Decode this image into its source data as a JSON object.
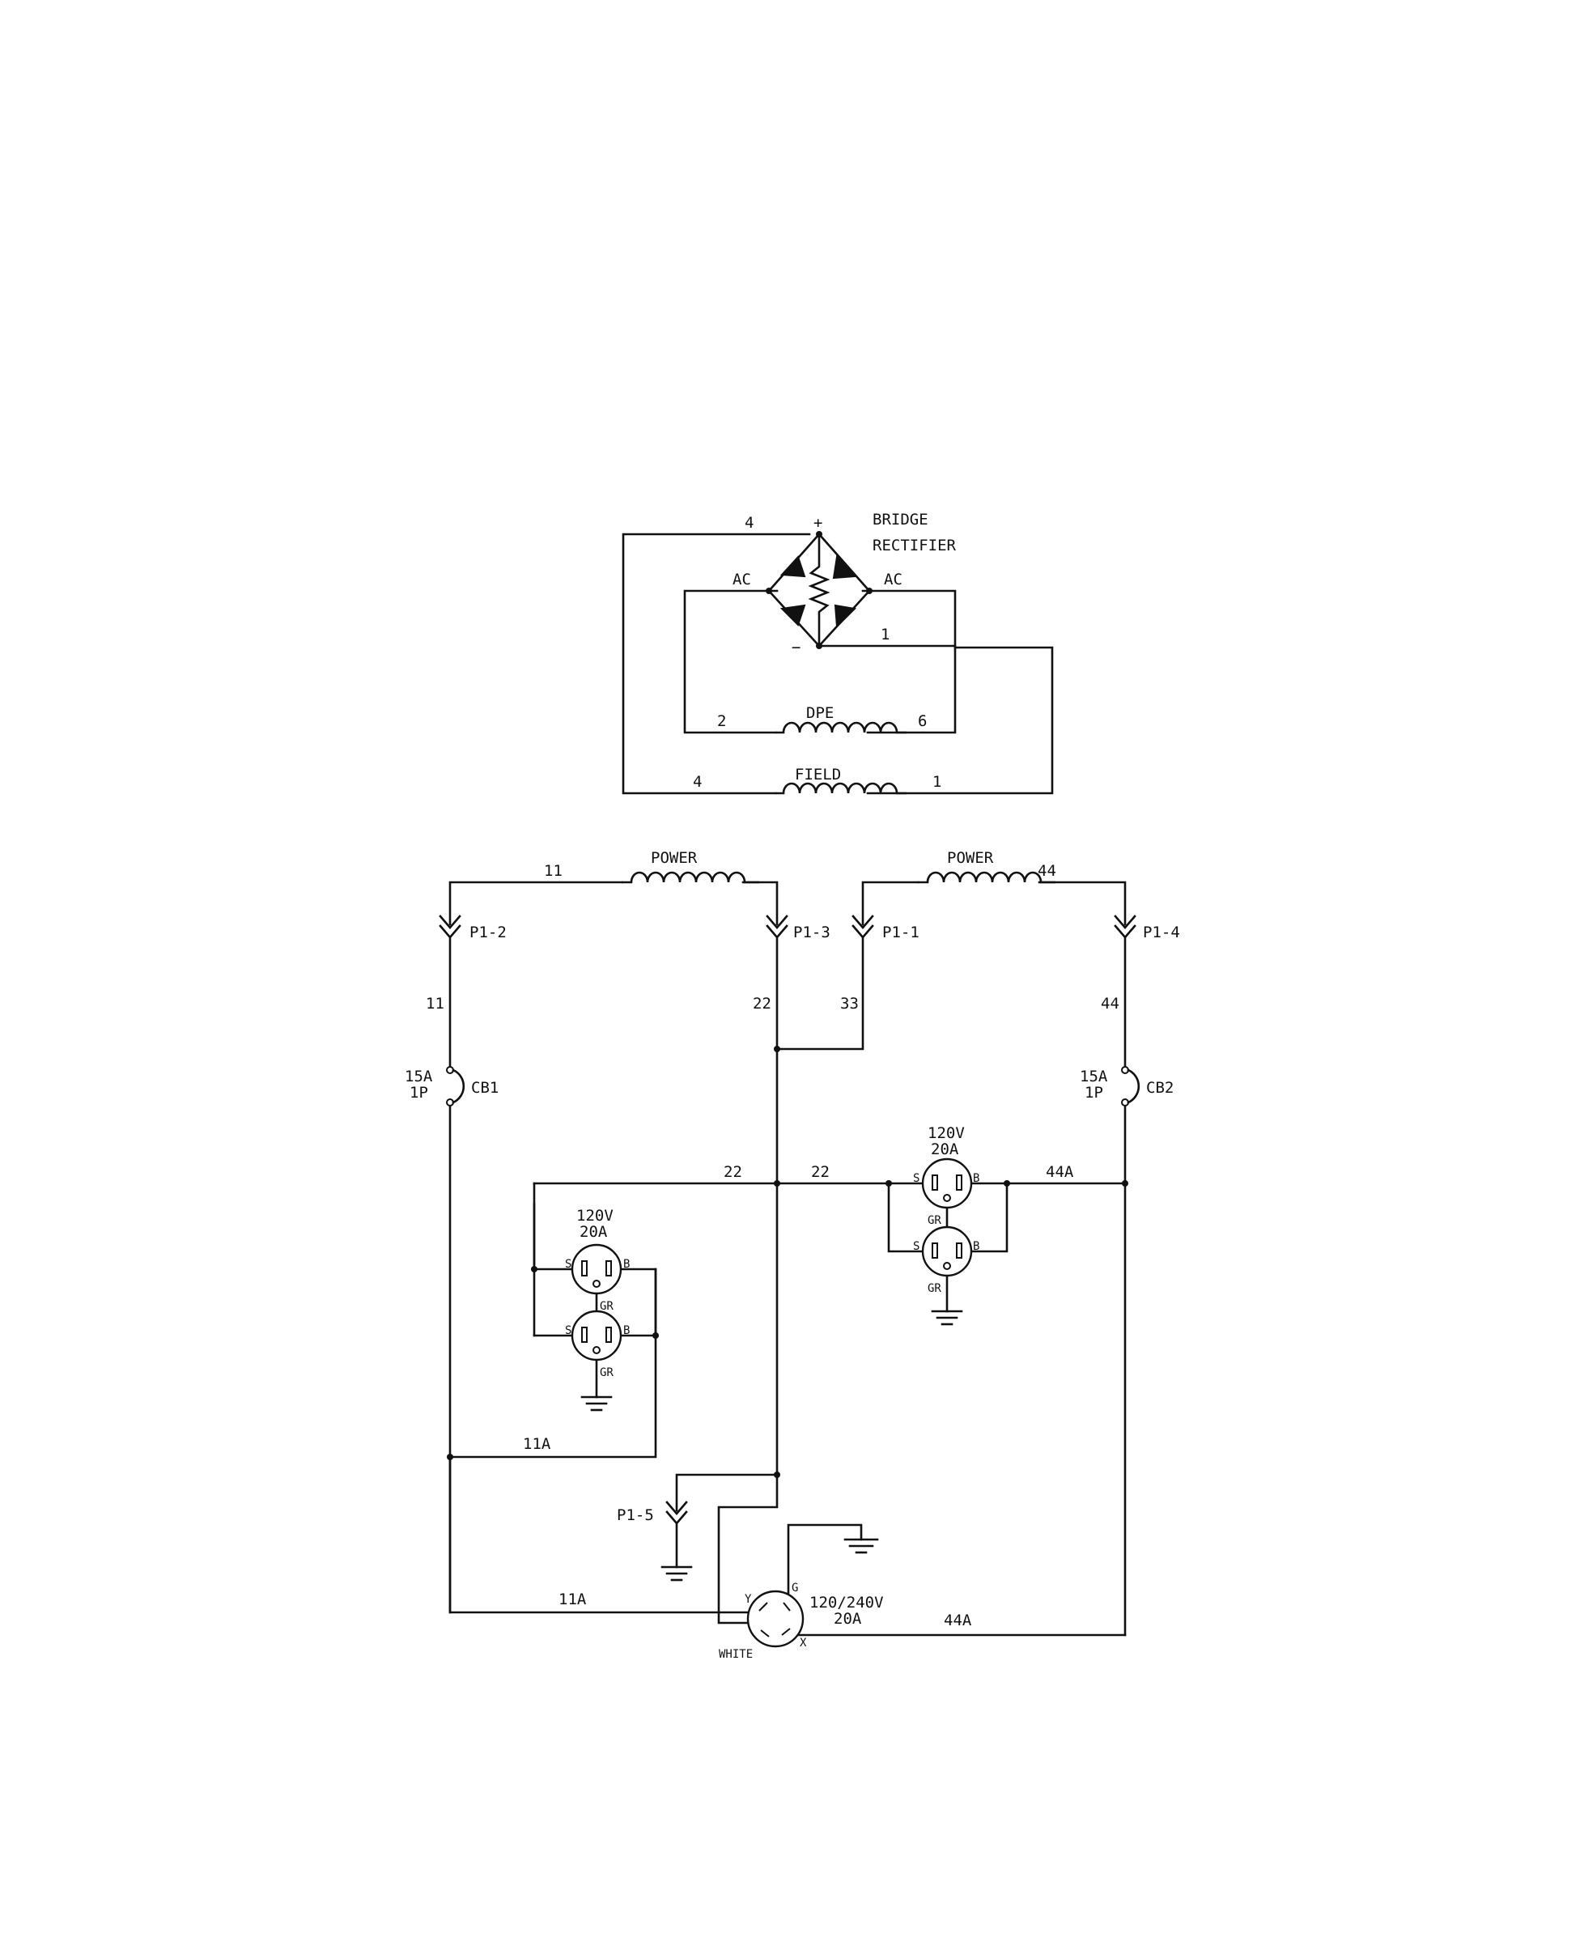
{
  "rectifier": {
    "title_line1": "BRIDGE",
    "title_line2": "RECTIFIER",
    "plus": "+",
    "minus": "−",
    "ac_left": "AC",
    "ac_right": "AC",
    "wire_4_top": "4",
    "wire_1": "1"
  },
  "dpe": {
    "label": "DPE",
    "wire_left": "2",
    "wire_right": "6"
  },
  "field": {
    "label": "FIELD",
    "wire_left": "4",
    "wire_right": "1"
  },
  "power_left": {
    "label": "POWER",
    "wire": "11"
  },
  "power_right": {
    "label": "POWER",
    "wire": "44"
  },
  "connectors": {
    "p1_2": "P1-2",
    "p1_3": "P1-3",
    "p1_1": "P1-1",
    "p1_4": "P1-4",
    "p1_5": "P1-5"
  },
  "wires": {
    "w11": "11",
    "w22_vert": "22",
    "w33": "33",
    "w44": "44",
    "w22_left": "22",
    "w22_right": "22",
    "w44a_right": "44A",
    "w11a_mid": "11A",
    "w11a_bottom": "11A",
    "w44a_bottom": "44A"
  },
  "breakers": {
    "cb1": {
      "rating": "15A",
      "poles": "1P",
      "name": "CB1"
    },
    "cb2": {
      "rating": "15A",
      "poles": "1P",
      "name": "CB2"
    }
  },
  "receptacle_left": {
    "voltage": "120V",
    "current": "20A",
    "top": {
      "s": "S",
      "b": "B",
      "gr": "GR"
    },
    "bottom": {
      "s": "S",
      "b": "B",
      "gr": "GR"
    }
  },
  "receptacle_right": {
    "voltage": "120V",
    "current": "20A",
    "top": {
      "s": "S",
      "b": "B",
      "gr": "GR"
    },
    "bottom": {
      "s": "S",
      "b": "B",
      "gr": "GR"
    }
  },
  "twistlock": {
    "voltage": "120/240V",
    "current": "20A",
    "y": "Y",
    "g": "G",
    "x": "X",
    "white": "WHITE"
  }
}
